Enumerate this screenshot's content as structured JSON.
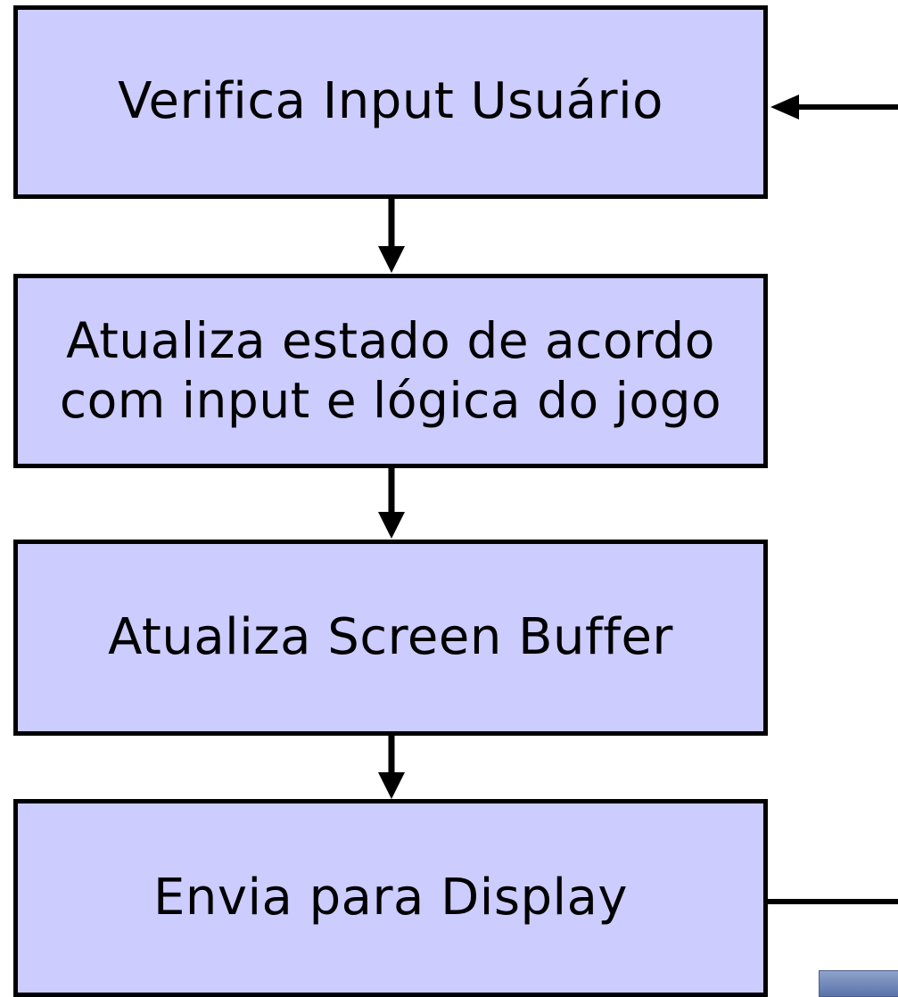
{
  "diagram": {
    "box_fill": "#ccccff",
    "border_color": "#000000",
    "steps": [
      {
        "label": "Verifica Input Usuário"
      },
      {
        "label": "Atualiza estado de acordo\ncom input e lógica do jogo"
      },
      {
        "label": "Atualiza Screen Buffer"
      },
      {
        "label": "Envia para Display"
      }
    ]
  }
}
